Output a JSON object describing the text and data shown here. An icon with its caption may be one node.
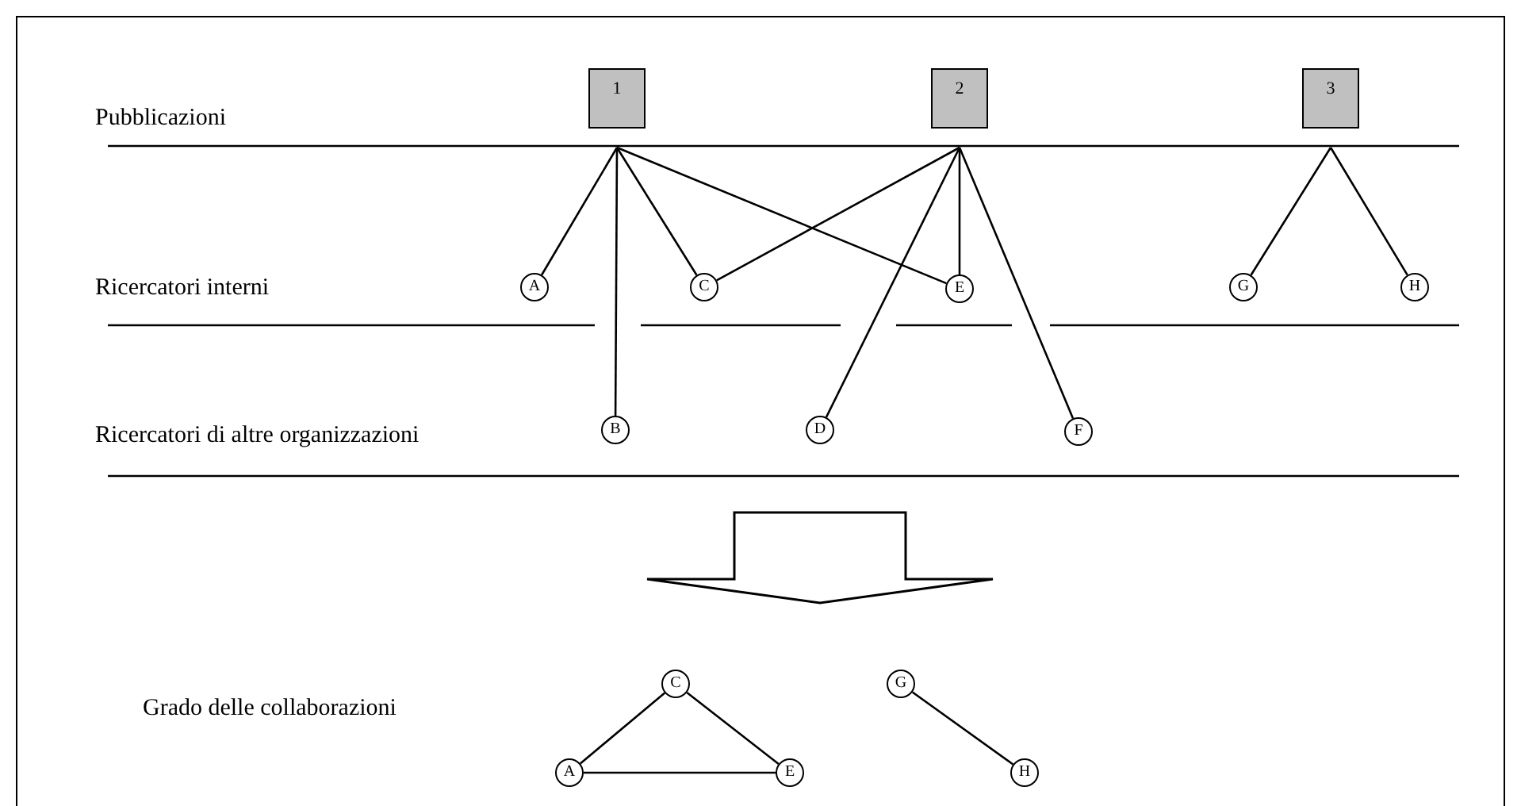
{
  "diagram": {
    "nodes": [
      {
        "text": [
          "1"
        ]
      },
      {
        "text": [
          "2"
        ]
      },
      {
        "text": [
          "3"
        ]
      },
      {
        "text": [
          "A"
        ]
      },
      {
        "text": [
          "C"
        ]
      },
      {
        "text": [
          "E"
        ]
      },
      {
        "text": [
          "G"
        ]
      },
      {
        "text": [
          "H"
        ]
      },
      {
        "text": [
          "B"
        ]
      },
      {
        "text": [
          "D"
        ]
      },
      {
        "text": [
          "F"
        ]
      },
      {
        "text": [
          "C"
        ]
      },
      {
        "text": [
          "G"
        ]
      },
      {
        "text": [
          "A"
        ]
      },
      {
        "text": [
          "E"
        ]
      },
      {
        "text": [
          "H"
        ]
      }
    ],
    "edges": [
      {
        "from": 0,
        "to": 3,
        "arrow": "none"
      },
      {
        "from": 0,
        "to": 8,
        "arrow": "none"
      },
      {
        "from": 0,
        "to": 4,
        "arrow": "none"
      },
      {
        "from": 0,
        "to": 5,
        "arrow": "none"
      },
      {
        "from": 1,
        "to": 4,
        "arrow": "none"
      },
      {
        "from": 1,
        "to": 9,
        "arrow": "none"
      },
      {
        "from": 1,
        "to": 5,
        "arrow": "none"
      },
      {
        "from": 1,
        "to": 10,
        "arrow": "none"
      },
      {
        "from": 2,
        "to": 6,
        "arrow": "none"
      },
      {
        "from": 2,
        "to": 7,
        "arrow": "none"
      },
      {
        "from": 11,
        "to": 13,
        "arrow": "none"
      },
      {
        "from": 11,
        "to": 14,
        "arrow": "none"
      },
      {
        "from": 13,
        "to": 14,
        "arrow": "none"
      },
      {
        "from": 12,
        "to": 15,
        "arrow": "none"
      }
    ],
    "labels": [
      "Pubblicazioni",
      "Ricercatori interni",
      "Ricercatori di altre organizzazioni",
      "Grado delle collaborazioni"
    ]
  }
}
